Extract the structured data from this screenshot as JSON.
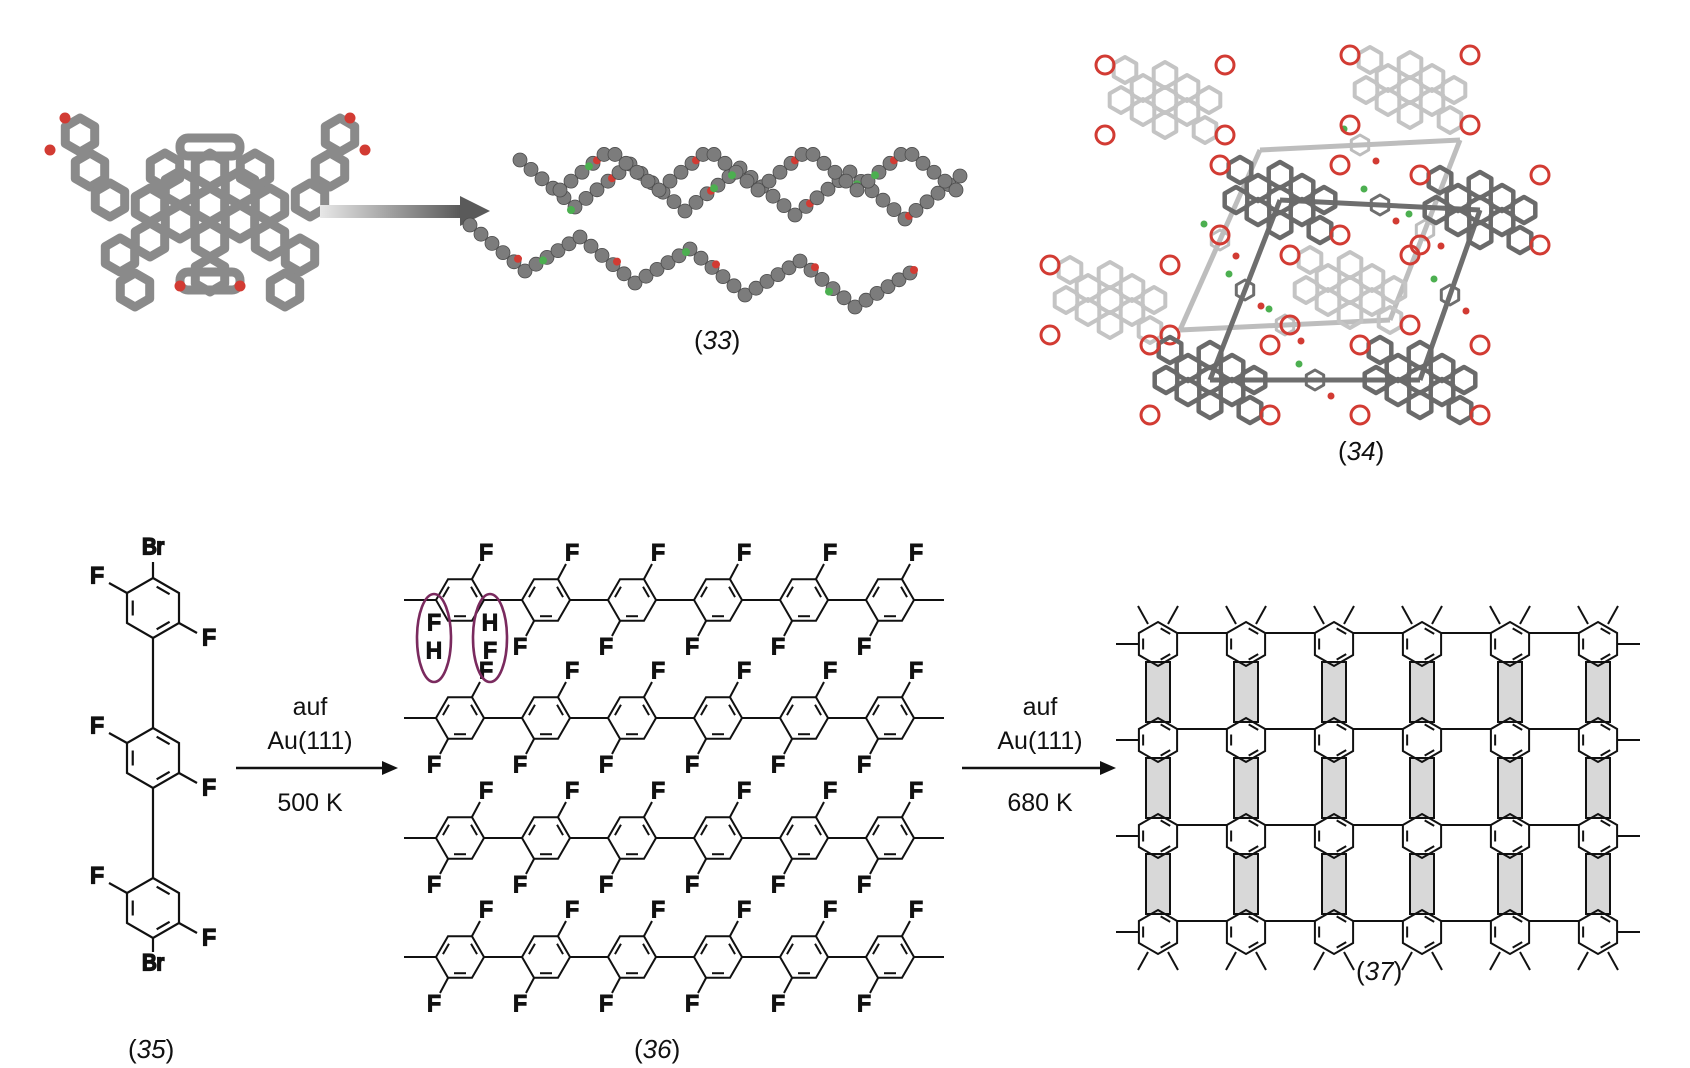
{
  "compounds": {
    "c33": {
      "label": "33"
    },
    "c34": {
      "label": "34"
    },
    "c35": {
      "label": "35",
      "substituents": {
        "bromo": "Br",
        "fluoro": "F"
      }
    },
    "c36": {
      "label": "36",
      "hf_pair_1": [
        "F",
        "H"
      ],
      "hf_pair_2": [
        "H",
        "F"
      ]
    },
    "c37": {
      "label": "37"
    }
  },
  "step1": {
    "reagent": "auf",
    "surface": "Au(111)",
    "temperature": "500 K"
  },
  "step2": {
    "reagent": "auf",
    "surface": "Au(111)",
    "temperature": "680 K"
  },
  "colors": {
    "oxygen": "#d23b33",
    "boron": "#4caf50",
    "carbon": "#8a8a8a",
    "highlight": "#7a2a5e"
  }
}
